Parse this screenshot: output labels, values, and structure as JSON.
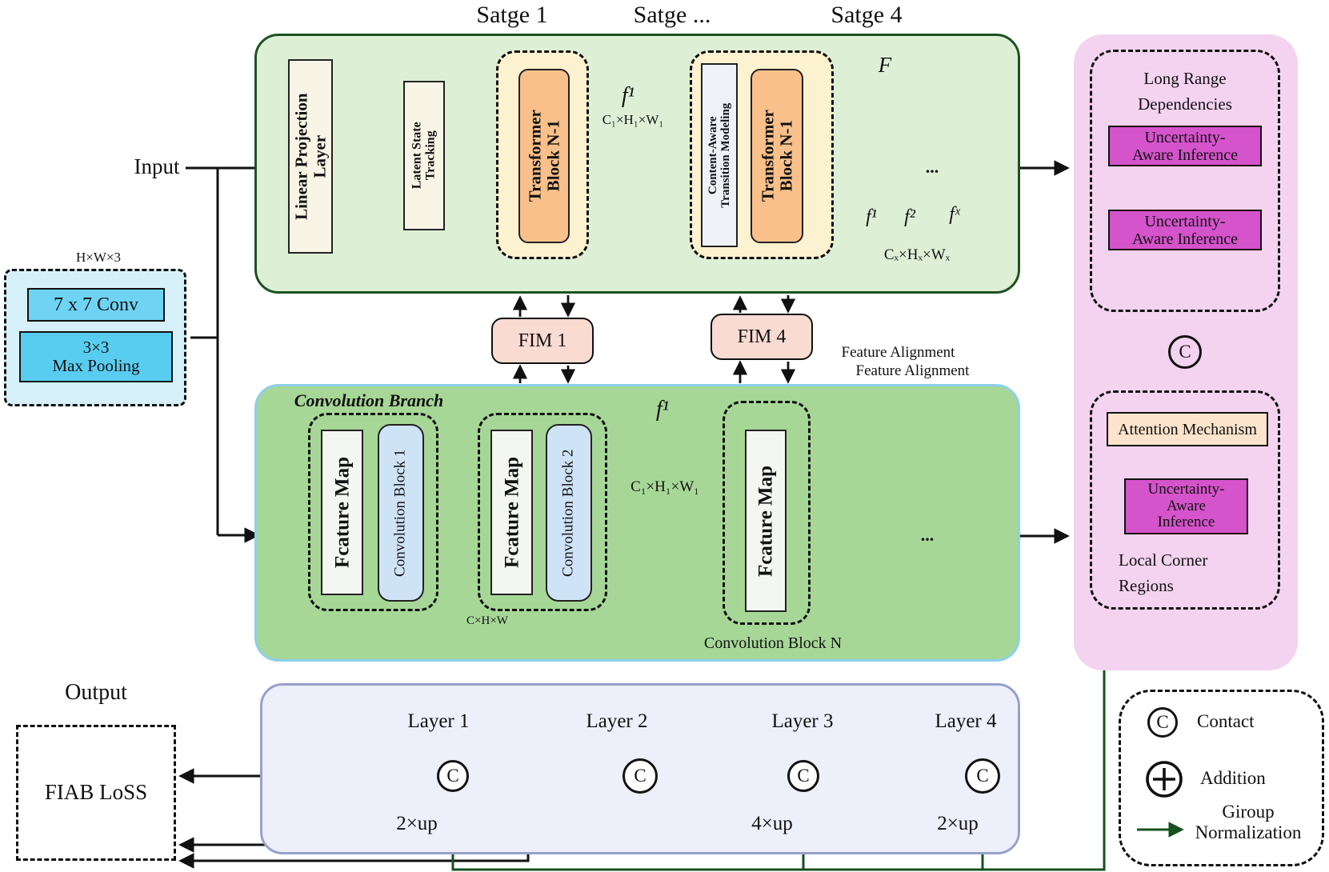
{
  "stages": {
    "s1": "Satge 1",
    "s2": "Satge ...",
    "s3": "Satge 4"
  },
  "input": {
    "label": "Input",
    "dims": "H×W×3",
    "conv": "7 x 7 Conv",
    "pool": "3×3\nMax Pooling"
  },
  "transformer_branch": {
    "linear_projection": "Linear Projection\nLayer",
    "latent_state": "Latent State\nTracking",
    "block1": "Transformer\nBlock N-1",
    "f1": "f¹",
    "f1_dims": "C₁×H₁×W₁",
    "catm": "Content-Aware\nTransition Modeling",
    "block2": "Transformer\nBlock N-1",
    "F": "F",
    "feat1": "f¹",
    "feat2": "f²",
    "featx": "fˣ",
    "dots": "...",
    "out_dims": "Cₓ×Hₓ×Wₓ"
  },
  "fim": {
    "fim1": "FIM 1",
    "fim4": "FIM 4",
    "align1": "Feature Alignment",
    "align2": "Feature Alignment"
  },
  "conv_branch": {
    "title": "Convolution Branch",
    "feature_map": "Fcature Map",
    "block1": "Convolution Block 1",
    "block2": "Convolution Block 2",
    "chw": "C×H×W",
    "f1": "f¹",
    "f1_dims": "C₁×H₁×W₁",
    "blockn": "Convolution Block N",
    "dots": "..."
  },
  "uncertainty": {
    "long_range": "Long Range",
    "dependencies": "Dependencies",
    "uai": "Uncertainty-\nAware Inference",
    "uai3": "Uncertainty-\nAware\nInference",
    "attention": "Attention Mechanism",
    "local1": "Local Corner",
    "local2": "Regions",
    "concat": "C"
  },
  "decoder": {
    "layer1": "Layer 1",
    "layer2": "Layer 2",
    "layer3": "Layer 3",
    "layer4": "Layer 4",
    "up1": "2×up",
    "up2": "4×up",
    "up3": "2×up",
    "concat": "C"
  },
  "output": {
    "label": "Output",
    "loss": "FIAB LoSS"
  },
  "legend": {
    "concat": "C",
    "contact": "Contact",
    "addition": "Addition",
    "group_norm": "Giroup\nNormalization"
  },
  "colors": {
    "top_panel": "#ddf0d6",
    "top_border": "#1d5222",
    "conv_panel": "#a6d797",
    "conv_border": "#8ed0ea",
    "pink_panel": "#f3d3f0",
    "magenta": "#d553cb",
    "orange": "#f9c08b",
    "cream": "#fcf2d0",
    "fim": "#fadbd2",
    "input_panel": "#d6f0fa",
    "cyan_conv": "#6fd3f3",
    "cyan_pool": "#59cdf0",
    "lavender": "#edeffa",
    "lavender_border": "#97a0cc",
    "slab_teal": "#1f5c7c",
    "green_arrow": "#15521d",
    "attention": "#fbe4cb"
  }
}
